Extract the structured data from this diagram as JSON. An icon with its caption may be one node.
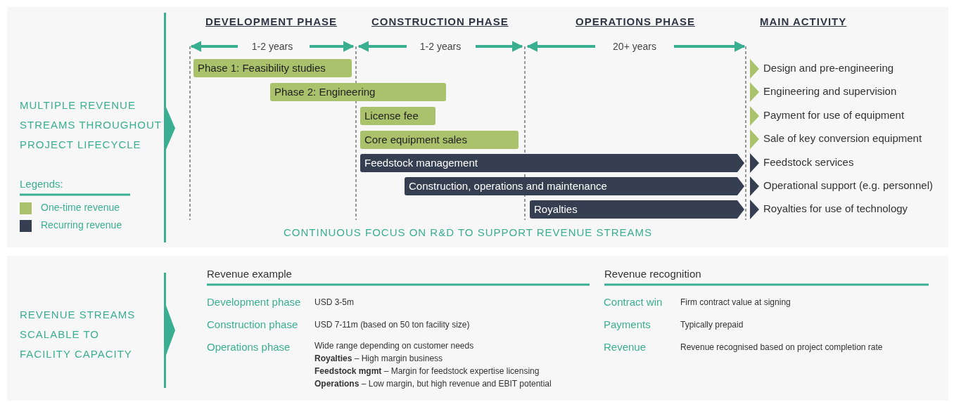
{
  "diagram": {
    "nodes": [
      {
        "text": [
          "Phase 1: Feasibility studies"
        ]
      },
      {
        "text": [
          "Phase 2: Engineering"
        ]
      },
      {
        "text": [
          "License fee"
        ]
      },
      {
        "text": [
          "Core equipment sales"
        ]
      },
      {
        "text": [
          "Feedstock management"
        ]
      },
      {
        "text": [
          "Construction, operations and maintenance"
        ]
      },
      {
        "text": [
          "Royalties"
        ]
      }
    ],
    "labels": [
      "DEVELOPMENT PHASE",
      "CONSTRUCTION PHASE",
      "OPERATIONS PHASE",
      "MAIN ACTIVITY",
      "1-2 years",
      "1-2 years",
      "20+ years",
      "Design and pre-engineering",
      "Engineering and supervision",
      "Payment for use of equipment",
      "Sale of key conversion equipment",
      "Feedstock services",
      "Operational support (e.g. personnel)",
      "Royalties for use of technology",
      "MULTIPLE REVENUE STREAMS THROUGHOUT PROJECT LIFECYCLE",
      "Legends:",
      "CONTINUOUS FOCUS ON R&D TO SUPPORT REVENUE STREAMS",
      "REVENUE STREAMS SCALABLE TO FACILITY CAPACITY",
      "Revenue example",
      "Development phase",
      "USD 3-5m",
      "Construction phase",
      "USD 7-11m (based on 50 ton facility size)",
      "Operations phase",
      "Wide range depending on customer needs",
      "**Royalties** – High margin business",
      "**Feedstock mgmt** – Margin for feedstock expertise licensing",
      "**Operations** – Low margin, but high revenue and EBIT potential",
      "Revenue recognition",
      "Contract win",
      "Firm contract value at signing",
      "Payments",
      "Typically prepaid",
      "Revenue",
      "Revenue recognised based on project completion rate"
    ],
    "legend": [
      {
        "text": "One-time revenue",
        "color": "#a9c26b"
      },
      {
        "text": "Recurring revenue",
        "color": "#363f52"
      }
    ]
  }
}
